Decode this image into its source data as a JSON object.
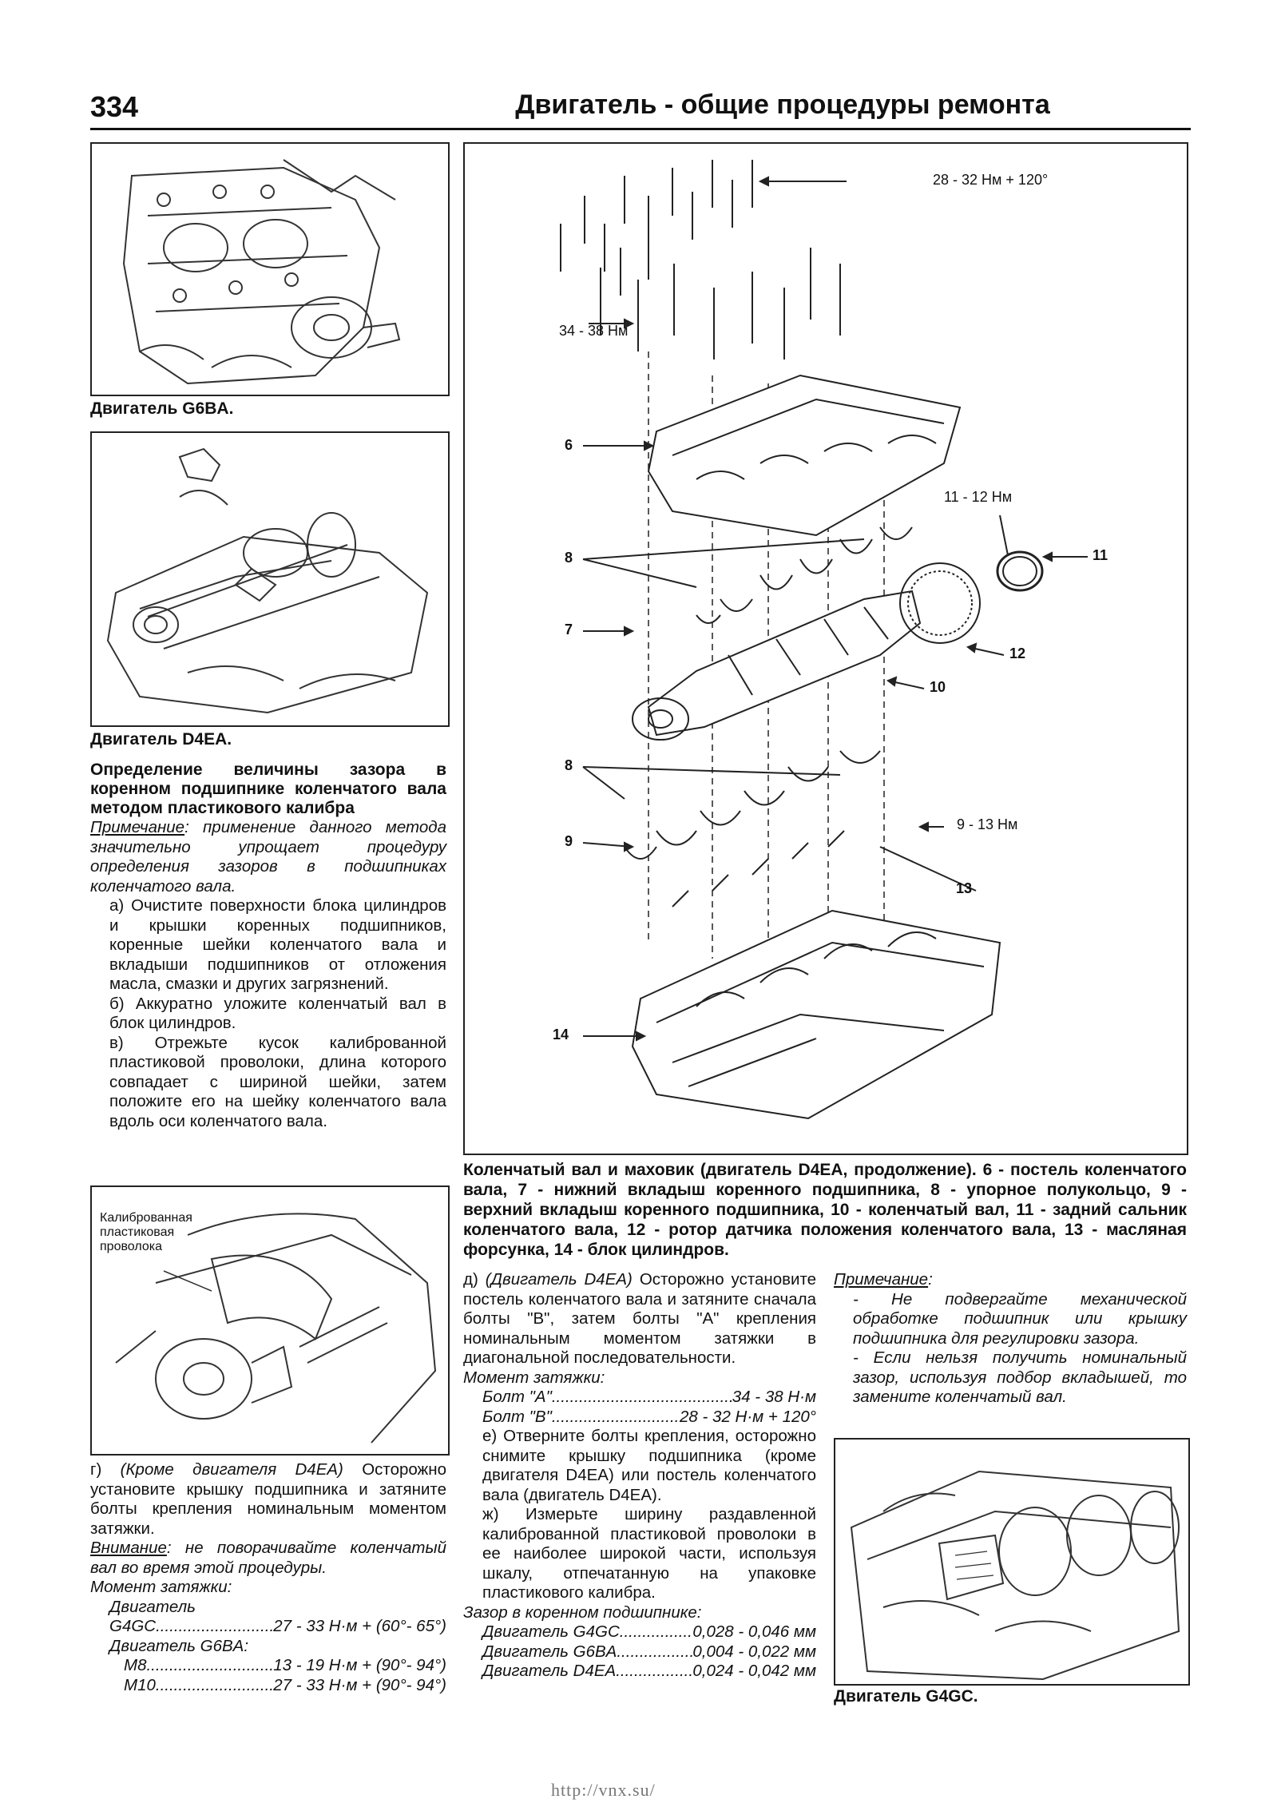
{
  "header": {
    "page_number": "334",
    "title": "Двигатель - общие процедуры ремонта"
  },
  "figures": {
    "g6ba_caption": "Двигатель G6BA.",
    "d4ea_caption": "Двигатель D4EA.",
    "plastigage_label": "Калиброванная пластиковая проволока",
    "g4gc_caption": "Двигатель G4GC.",
    "main": {
      "torque_top": "28 - 32 Нм + 120°",
      "torque_left": "34 - 38 Нм",
      "torque_seal": "11 - 12 Нм",
      "torque_jet": "9 - 13 Нм",
      "callouts": [
        "6",
        "8",
        "7",
        "11",
        "12",
        "10",
        "8",
        "9",
        "13",
        "14"
      ],
      "caption": "Коленчатый вал и маховик (двигатель D4EA, продолжение). 6 - постель коленчатого вала, 7 - нижний вкладыш коренного подшипника, 8 - упорное полукольцо, 9 - верхний вкладыш коренного подшипника, 10 - коленчатый вал, 11 - задний сальник коленчатого вала, 12 - ротор датчика положения коленчатого вала, 13 - масляная форсунка, 14 - блок цилиндров."
    }
  },
  "left_column": {
    "section_title": "Определение величины зазора в коренном подшипнике коленчатого вала методом пластикового калибра",
    "note_label": "Примечание",
    "note_text": ": применение данного метода значительно упрощает процедуру определения зазоров в подшипниках коленчатого вала.",
    "step_a": "а) Очистите поверхности блока цилиндров и крышки коренных подшипников, коренные шейки коленчатого вала и вкладыши подшипников от отложения масла, смазки и других загрязнений.",
    "step_b": "б) Аккуратно уложите коленчатый вал в блок цилиндров.",
    "step_v": "в) Отрежьте кусок калиброванной пластиковой проволоки, длина которого совпадает с шириной шейки, затем положите его на шейку коленчатого вала вдоль оси коленчатого вала.",
    "step_g_prefix": "г) ",
    "step_g_italic": "(Кроме двигателя D4EA)",
    "step_g_text": " Осторожно установите крышку подшипника и затяните болты крепления номинальным моментом затяжки.",
    "warning_label": "Внимание",
    "warning_text": ": не поворачивайте коленчатый вал во время этой процедуры.",
    "torque_heading": "Момент затяжки:",
    "engine_heading": "Двигатель",
    "rows": [
      {
        "name": "G4GC",
        "value": "27 - 33 Н·м + (60°- 65°)"
      }
    ],
    "g6ba_heading": "Двигатель G6BA:",
    "g6ba_rows": [
      {
        "name": "M8",
        "value": "13 - 19 Н·м + (90°- 94°)"
      },
      {
        "name": "M10",
        "value": "27 - 33 Н·м + (90°- 94°)"
      }
    ]
  },
  "mid_column": {
    "step_d_prefix": "д) ",
    "step_d_italic": "(Двигатель D4EA)",
    "step_d_text": " Осторожно установите постель коленчатого вала и затяните сначала болты \"В\", затем болты \"А\" крепления номинальным моментом затяжки в диагональной последовательности.",
    "torque_heading": "Момент затяжки:",
    "bolts": [
      {
        "name": "Болт \"А\"",
        "value": "34 - 38 Н·м"
      },
      {
        "name": "Болт \"В\"",
        "value": "28 - 32 Н·м + 120°"
      }
    ],
    "step_e": "е) Отверните болты крепления, осторожно снимите крышку подшипника (кроме двигателя D4EA) или постель коленчатого вала (двигатель D4EA).",
    "step_zh": "ж) Измерьте ширину раздавленной калиброванной пластиковой проволоки в ее наиболее широкой части, используя шкалу, отпечатанную на упаковке пластикового калибра.",
    "clearance_heading": "Зазор в коренном подшипнике:",
    "clearances": [
      {
        "name": "Двигатель G4GC",
        "value": "0,028 - 0,046 мм"
      },
      {
        "name": "Двигатель G6BA",
        "value": "0,004 - 0,022 мм"
      },
      {
        "name": "Двигатель D4EA",
        "value": "0,024 - 0,042 мм"
      }
    ]
  },
  "right_column": {
    "note_label": "Примечание",
    "note_colon": ":",
    "note_1": "- Не подвергайте механической обработке подшипник или крышку подшипника для регулировки зазора.",
    "note_2": "- Если нельзя получить номинальный зазор, используя подбор вкладышей, то замените коленчатый вал."
  },
  "footer": {
    "url": "http://vnx.su/"
  }
}
